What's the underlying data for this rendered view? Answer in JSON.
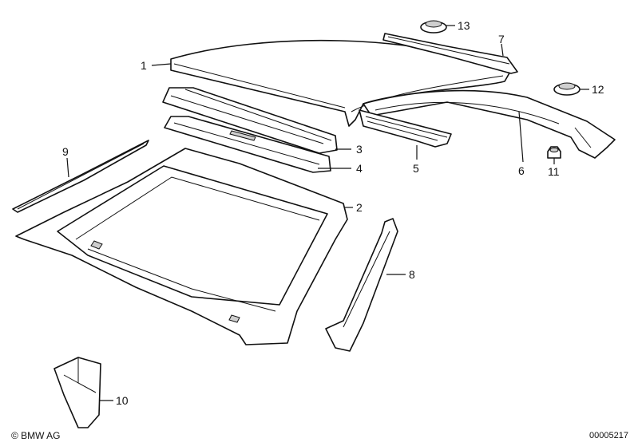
{
  "callouts": [
    "1",
    "2",
    "3",
    "4",
    "5",
    "6",
    "7",
    "8",
    "9",
    "10",
    "11",
    "12",
    "13"
  ],
  "footer": {
    "copyright": "© BMW AG",
    "drawing_number": "00005217"
  }
}
